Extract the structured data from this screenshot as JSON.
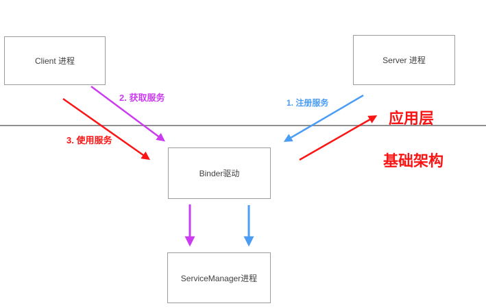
{
  "boxes": {
    "client": {
      "label": "Client 进程"
    },
    "server": {
      "label": "Server 进程"
    },
    "binder": {
      "label": "Binder驱动"
    },
    "service_manager": {
      "label": "ServiceManager进程"
    }
  },
  "arrow_labels": {
    "register": {
      "label": "1. 注册服务",
      "color": "#4a9cf5"
    },
    "acquire": {
      "label": "2. 获取服务",
      "color": "#cb3cf0"
    },
    "use": {
      "label": "3. 使用服务",
      "color": "#fa1414"
    }
  },
  "layer_labels": {
    "application": {
      "label": "应用层",
      "color": "#fa1414"
    },
    "infrastructure": {
      "label": "基础架构",
      "color": "#fa1414"
    }
  },
  "colors": {
    "background": "#ffffff",
    "box_border": "#9b9b9b",
    "box_text": "#3f3f3f",
    "divider": "#8f8f8f",
    "blue_arrow": "#4a9cf5",
    "magenta_arrow": "#cb3cf0",
    "red_arrow": "#fa1414"
  }
}
